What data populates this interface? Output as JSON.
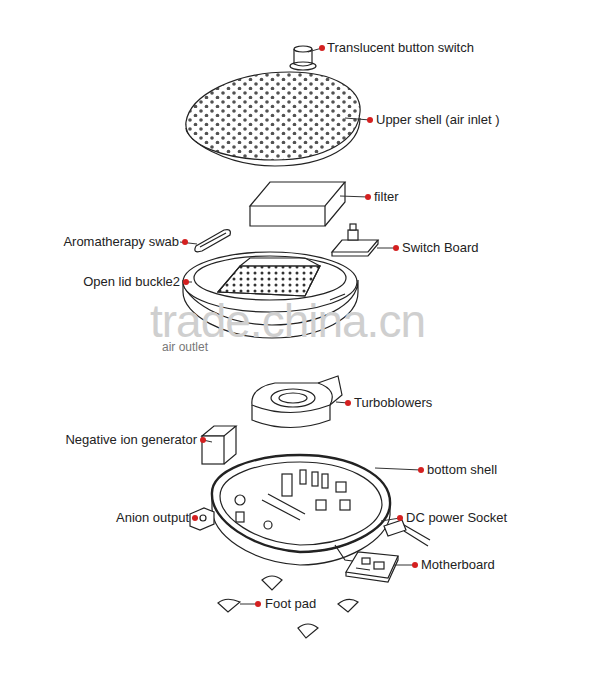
{
  "diagram": {
    "labels": [
      "Translucent button switch",
      "Upper shell (air inlet )",
      "filter",
      "Aromatherapy swab",
      "Switch Board",
      "Open lid buckle2",
      "trade.china.cn",
      "air outlet",
      "Turboblowers",
      "Negative ion generator",
      "bottom shell",
      "Anion output",
      "DC power Socket",
      "Motherboard",
      "Foot pad"
    ]
  }
}
